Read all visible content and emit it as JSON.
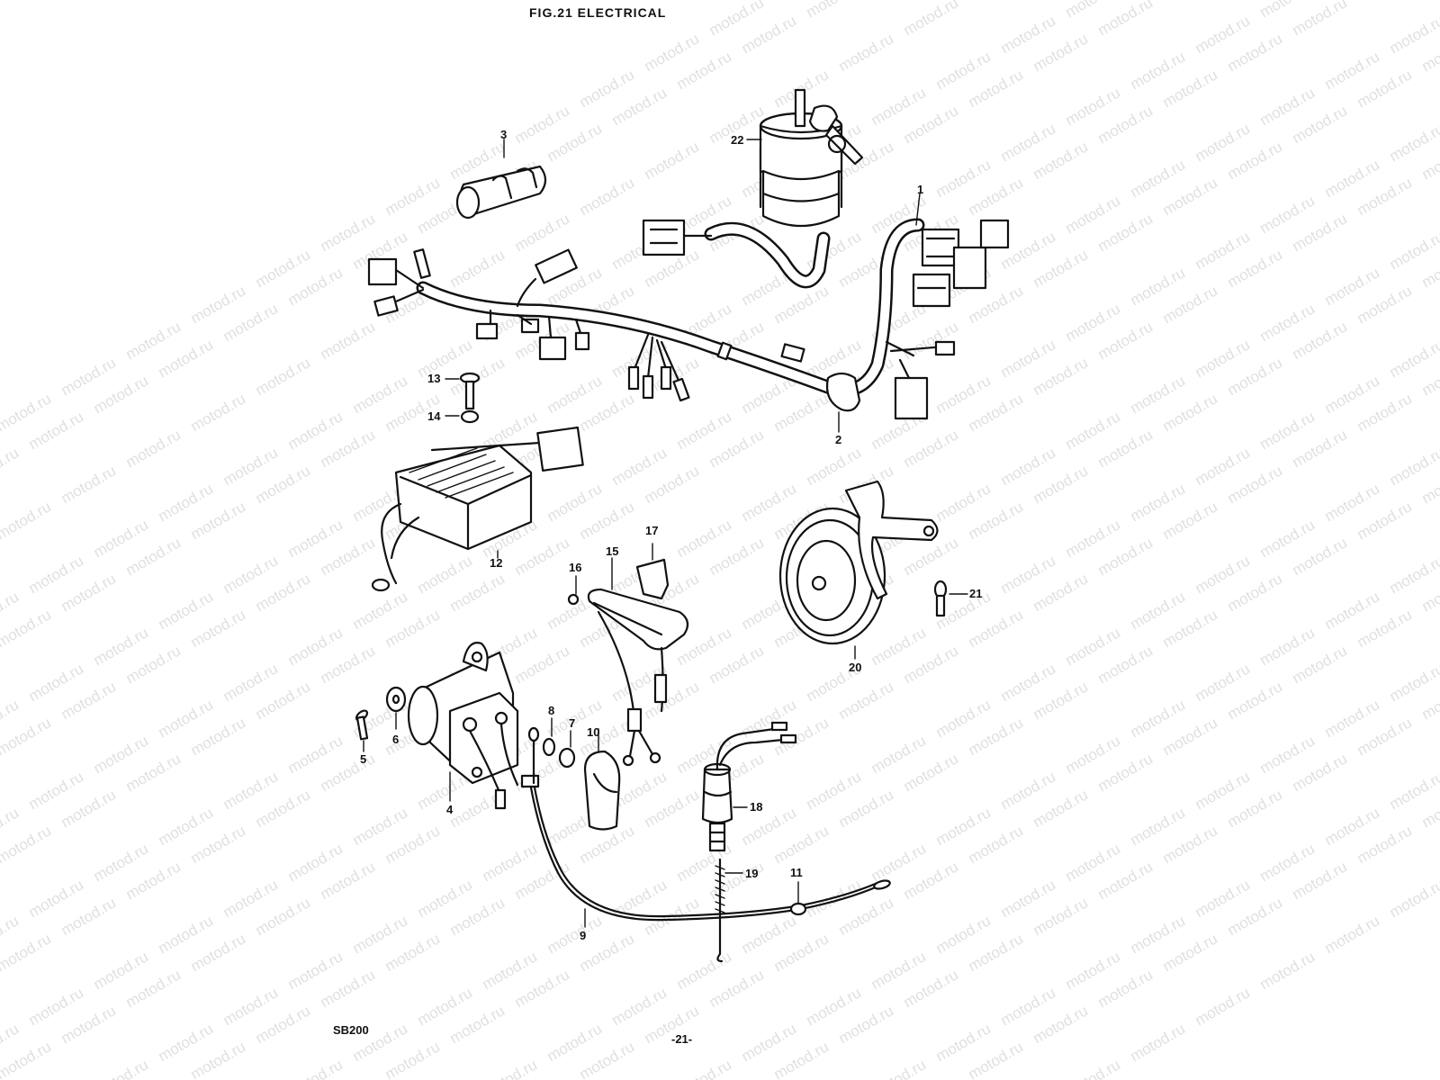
{
  "header": {
    "title": "FIG.21 ELECTRICAL"
  },
  "footer": {
    "model": "SB200",
    "page_number": "-21-"
  },
  "watermark": {
    "text": "motod.ru"
  },
  "callouts": {
    "c1": "1",
    "c2": "2",
    "c3": "3",
    "c4": "4",
    "c5": "5",
    "c6": "6",
    "c7": "7",
    "c8": "8",
    "c9": "9",
    "c10": "10",
    "c11": "11",
    "c12": "12",
    "c13": "13",
    "c14": "14",
    "c15": "15",
    "c16": "16",
    "c17": "17",
    "c18": "18",
    "c19": "19",
    "c20": "20",
    "c21": "21",
    "c22": "22"
  },
  "colors": {
    "ink": "#111111",
    "paper": "#ffffff"
  }
}
